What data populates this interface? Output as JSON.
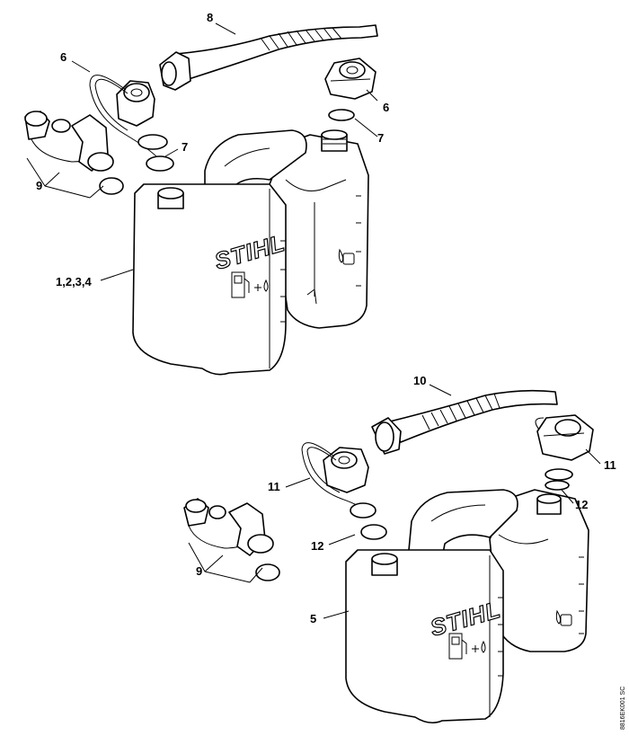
{
  "callouts": {
    "top_hose": "8",
    "top_cap_left": "6",
    "top_cap_right": "6",
    "top_ring_left": "7",
    "top_ring_right": "7",
    "top_spout": "9",
    "top_can": "1,2,3,4",
    "bottom_hose": "10",
    "bottom_cap_left": "11",
    "bottom_cap_right": "11",
    "bottom_ring_left": "12",
    "bottom_ring_right": "12",
    "bottom_spout": "9",
    "bottom_can": "5"
  },
  "brand_top": "STIHL",
  "brand_bottom": "STIHL",
  "image_code": "8816EK001 SC"
}
